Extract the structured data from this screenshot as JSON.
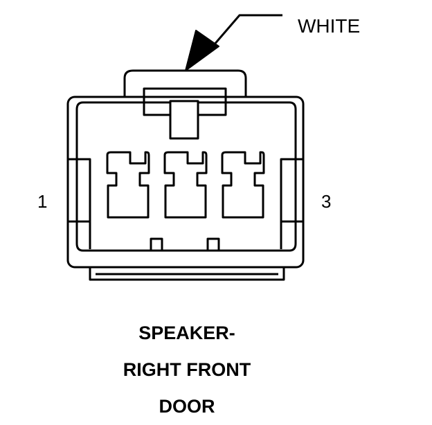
{
  "wire_color_label": "WHITE",
  "pin_labels": {
    "left": "1",
    "right": "3"
  },
  "connector_caption": {
    "line1": "SPEAKER-",
    "line2": "RIGHT FRONT",
    "line3": "DOOR"
  },
  "colors": {
    "stroke": "#000000",
    "background": "#ffffff"
  }
}
